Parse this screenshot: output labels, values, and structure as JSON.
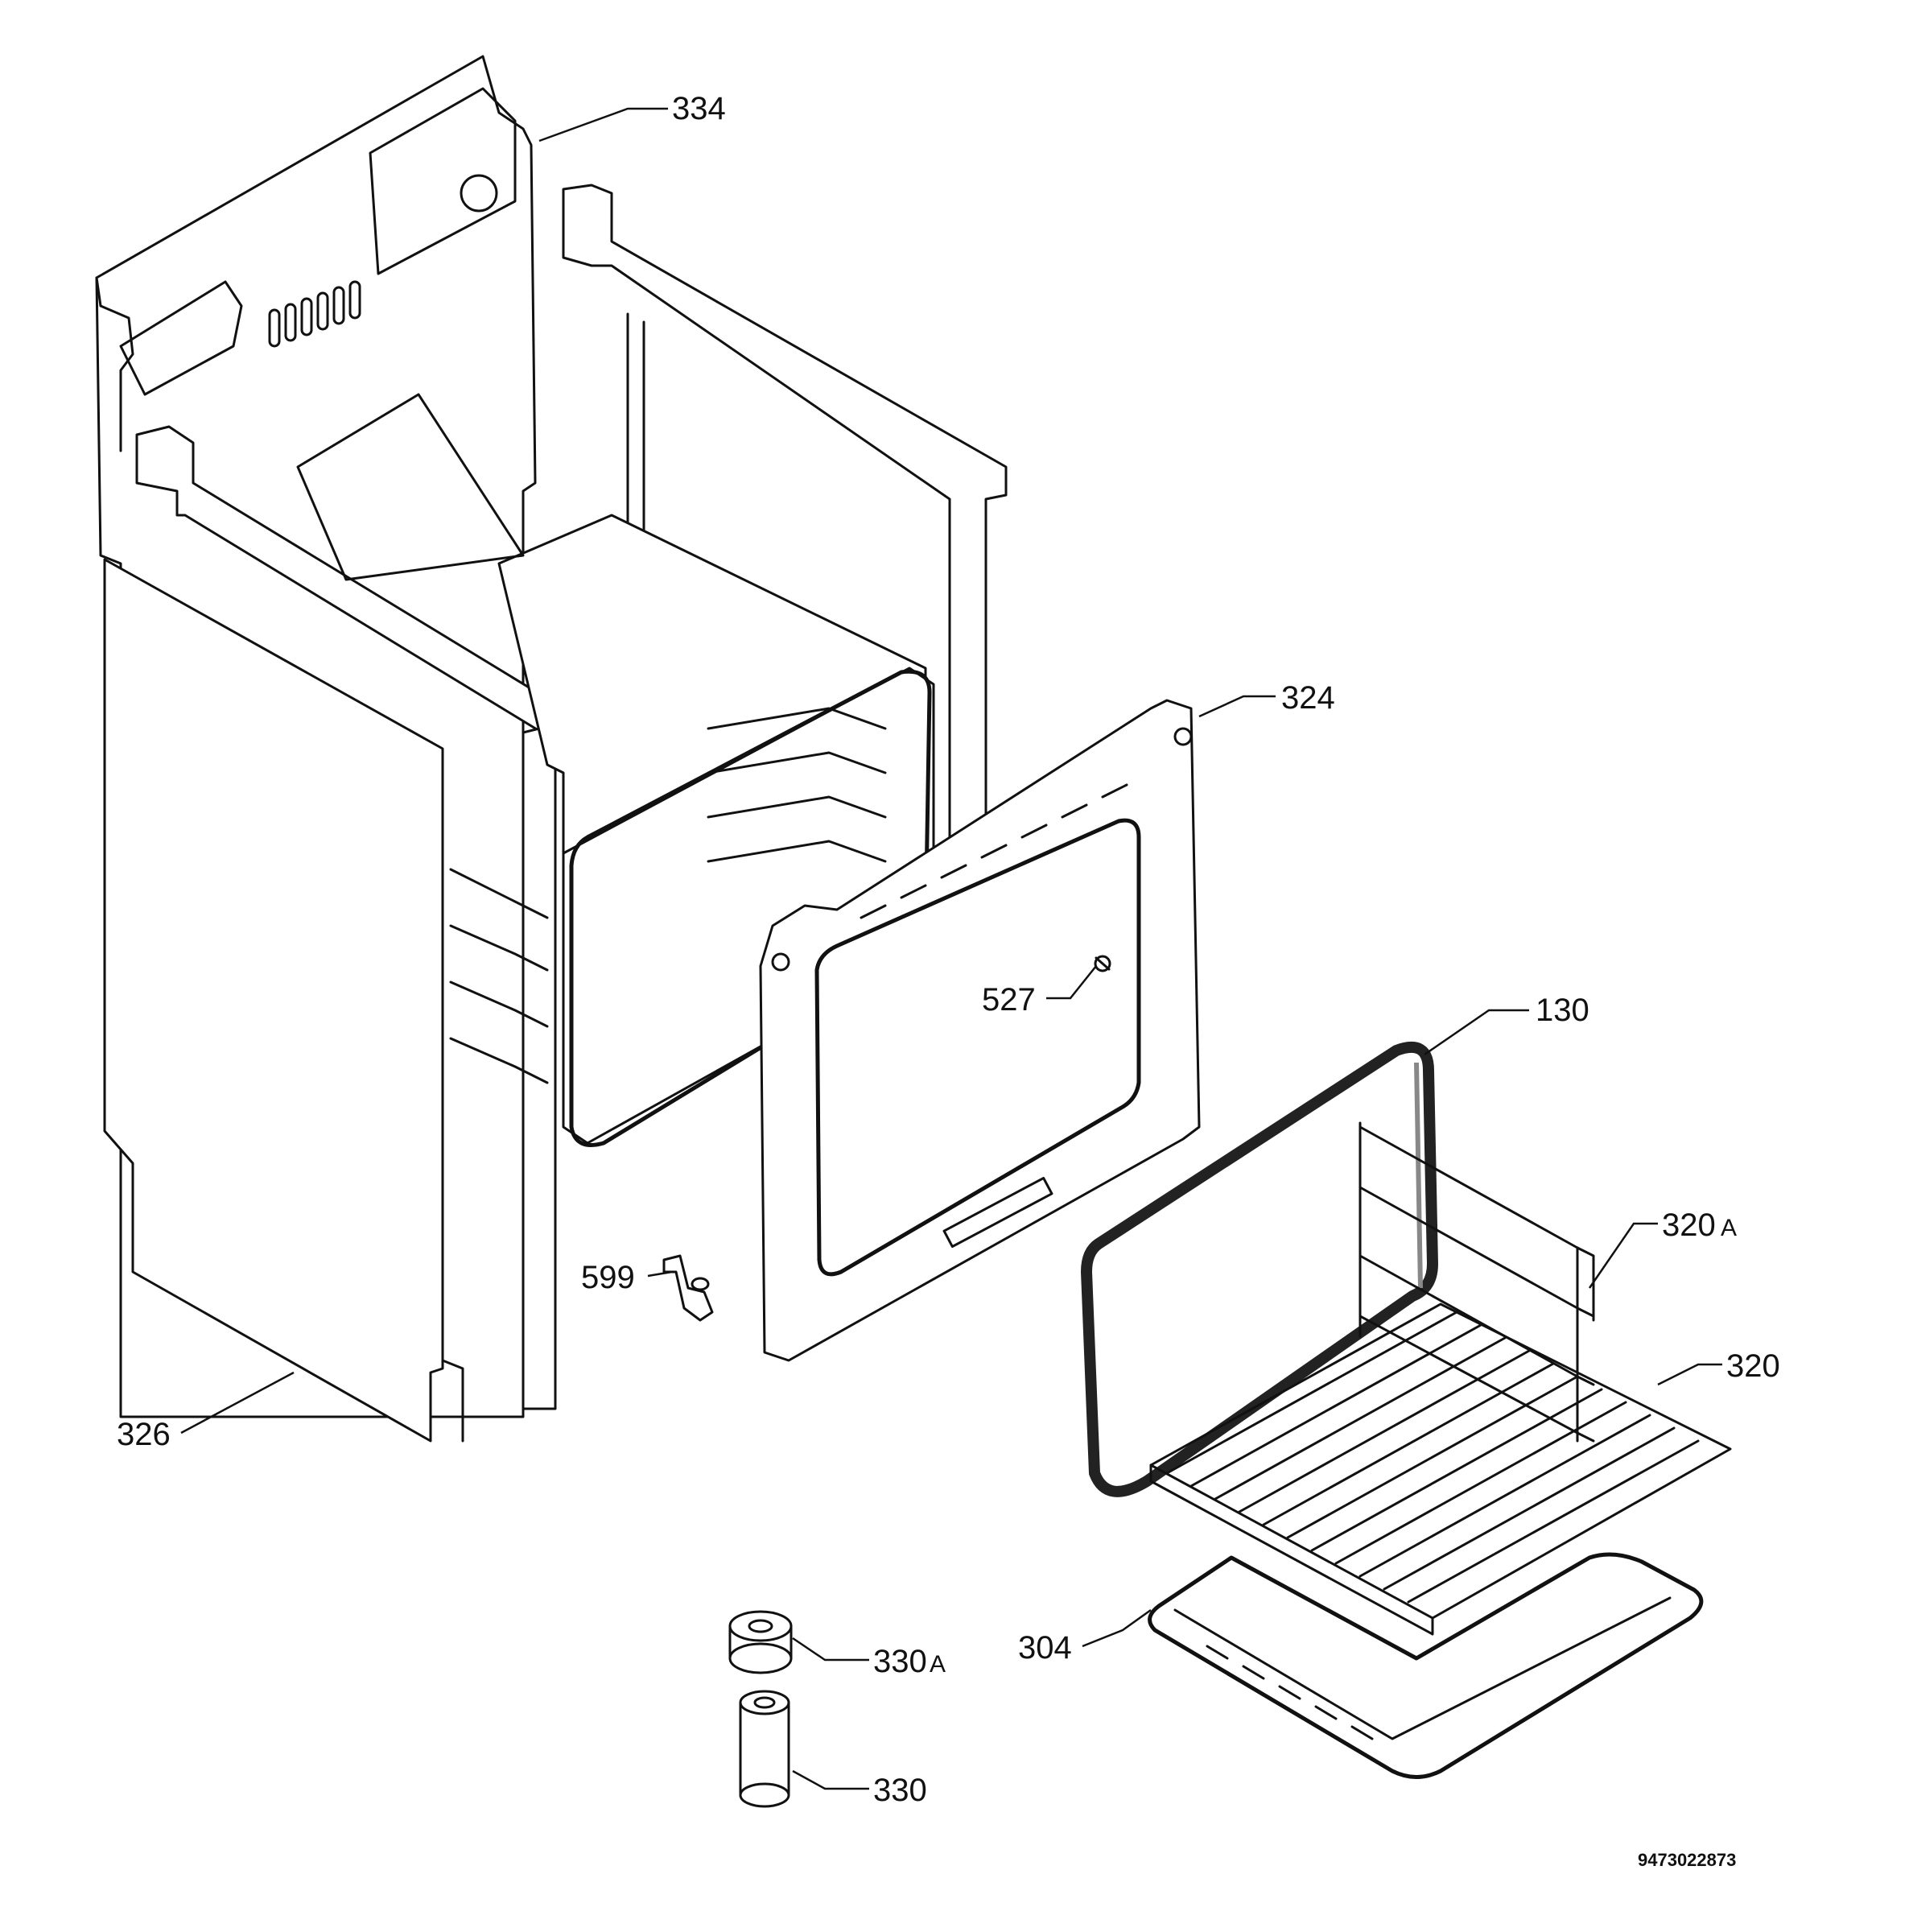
{
  "callouts": {
    "c334": "334",
    "c324": "324",
    "c527": "527",
    "c130": "130",
    "c320a": "320",
    "c320a_suffix": "A",
    "c320": "320",
    "c599": "599",
    "c326": "326",
    "c304": "304",
    "c330a": "330",
    "c330a_suffix": "A",
    "c330": "330"
  },
  "document_number": "9473022873"
}
